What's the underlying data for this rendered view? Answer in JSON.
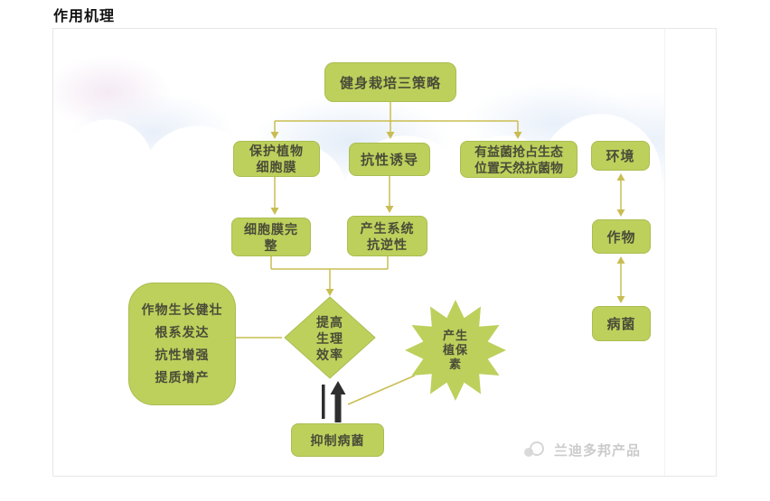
{
  "page": {
    "title": "作用机理"
  },
  "colors": {
    "node_fill": "#bdd05c",
    "node_border": "#a9be50",
    "node_text": "#4a4c38",
    "connector": "#c9bd52",
    "black_arrow": "#2e2e2e",
    "panel_border": "#e7e7e7",
    "watermark_text": "#cbcbcb"
  },
  "diagram": {
    "strategy": "健身栽培三策略",
    "protect": {
      "line1": "保护植物",
      "line2": "细胞膜"
    },
    "induce": "抗性诱导",
    "beneficial": {
      "line1": "有益菌抢占生态",
      "line2": "位置天然抗菌物"
    },
    "environment": "环境",
    "membrane": {
      "line1": "细胞膜完",
      "line2": "整"
    },
    "stress": {
      "line1": "产生系统",
      "line2": "抗逆性"
    },
    "crop": "作物",
    "outcome": {
      "line1": "作物生长健壮",
      "line2": "根系发达",
      "line3": "抗性增强",
      "line4": "提质增产"
    },
    "efficiency": {
      "line1": "提高",
      "line2": "生理",
      "line3": "效率"
    },
    "phytoalexin": {
      "line1": "产生",
      "line2": "植保",
      "line3": "素"
    },
    "pathogen": "病菌",
    "inhibit": "抑制病菌"
  },
  "watermark": {
    "brand": "兰迪多邦产品"
  }
}
